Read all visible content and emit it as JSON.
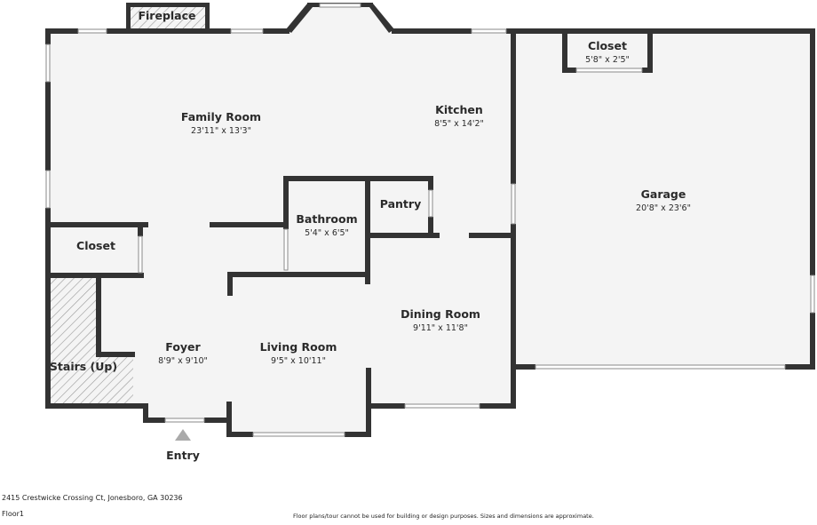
{
  "rooms": {
    "family_room": {
      "name": "Family Room",
      "dims": "23'11\" x 13'3\""
    },
    "kitchen": {
      "name": "Kitchen",
      "dims": "8'5\" x 14'2\""
    },
    "garage": {
      "name": "Garage",
      "dims": "20'8\" x 23'6\""
    },
    "garage_closet": {
      "name": "Closet",
      "dims": "5'8\" x 2'5\""
    },
    "bathroom": {
      "name": "Bathroom",
      "dims": "5'4\" x 6'5\""
    },
    "pantry": {
      "name": "Pantry"
    },
    "hall_closet": {
      "name": "Closet"
    },
    "dining_room": {
      "name": "Dining Room",
      "dims": "9'11\" x 11'8\""
    },
    "foyer": {
      "name": "Foyer",
      "dims": "8'9\" x 9'10\""
    },
    "living_room": {
      "name": "Living Room",
      "dims": "9'5\" x 10'11\""
    },
    "stairs": {
      "name": "Stairs (Up)"
    },
    "fireplace": {
      "name": "Fireplace"
    }
  },
  "entry": {
    "label": "Entry"
  },
  "footer": {
    "address": "2415 Crestwicke Crossing Ct, Jonesboro, GA 30236",
    "floor": "Floor1",
    "disclaimer": "Floor plans/tour cannot be used for building or design purposes. Sizes and dimensions are approximate."
  },
  "colors": {
    "wall": "#333333",
    "floor": "#f4f4f4",
    "hatch": "#888888",
    "entry_arrow": "#aaaaaa"
  }
}
